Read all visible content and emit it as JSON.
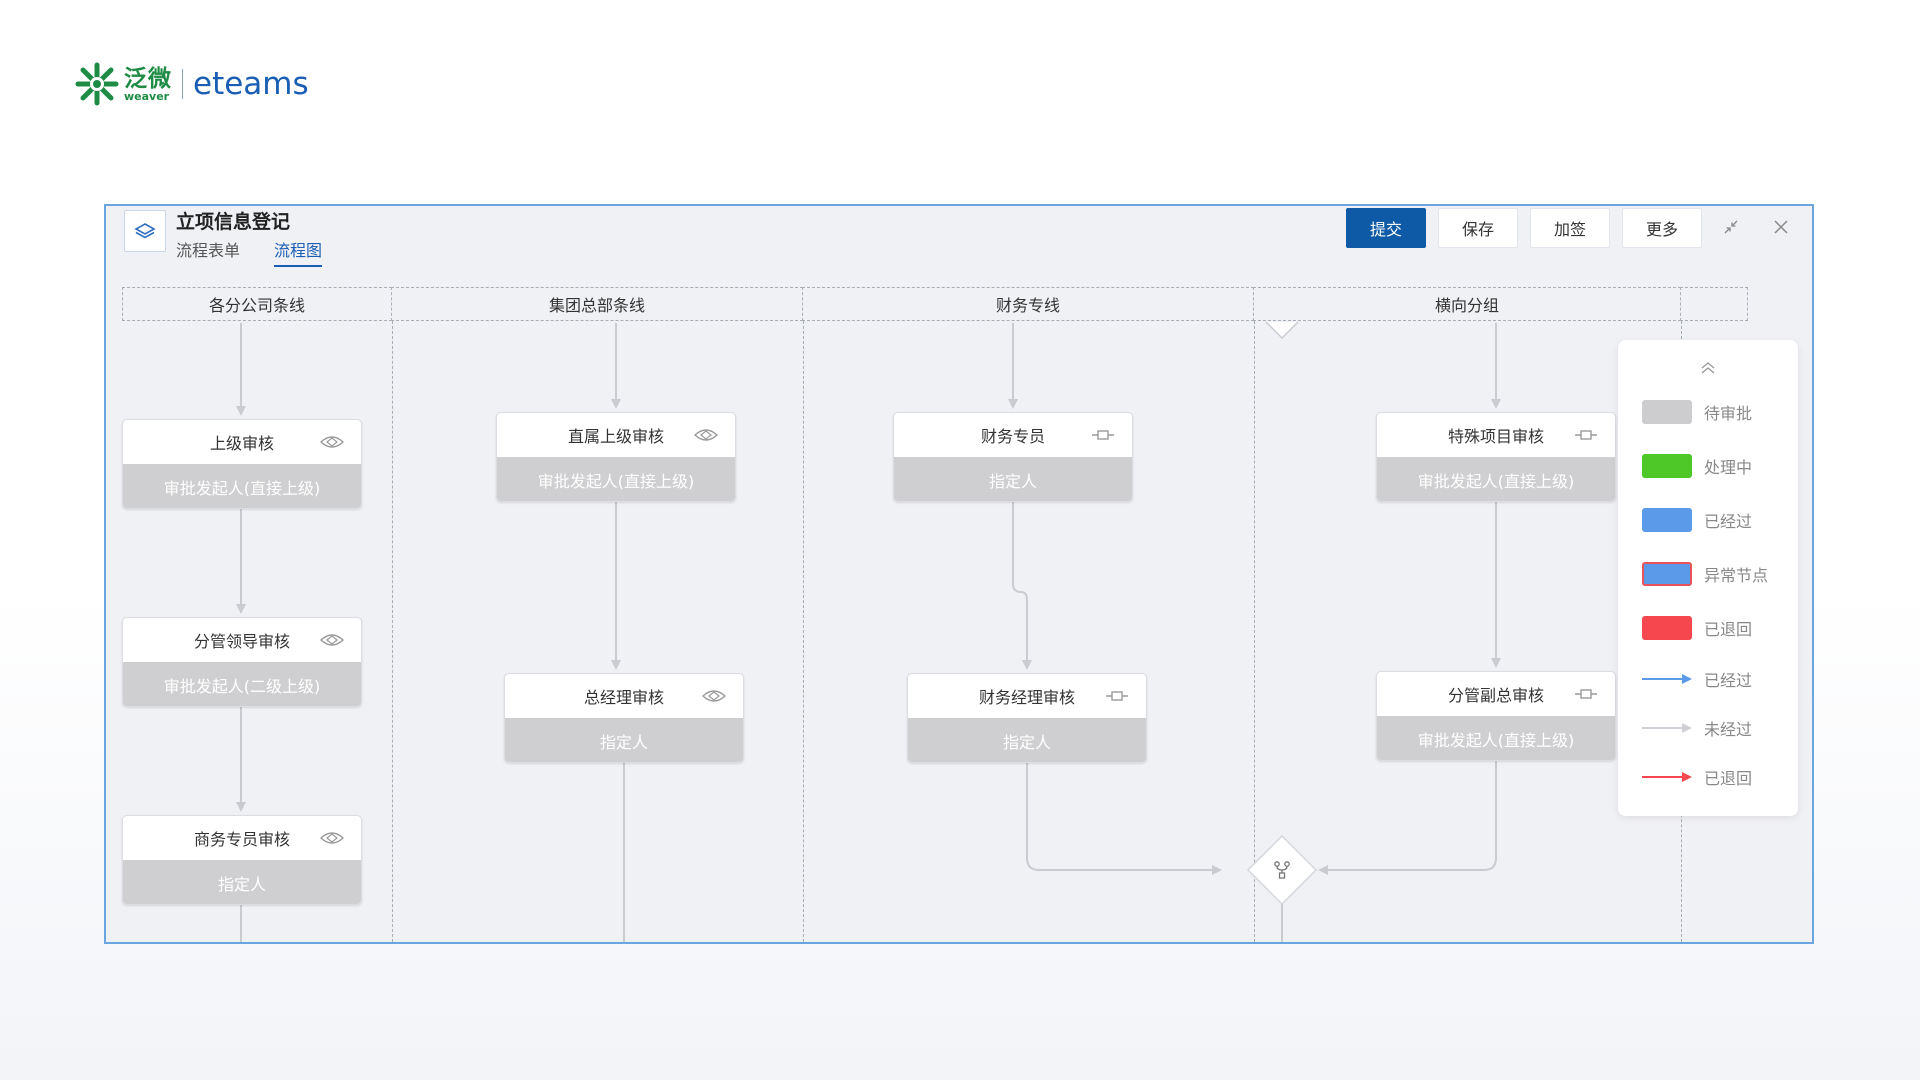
{
  "brand": {
    "cn_name": "泛微",
    "cn_sub": "weaver",
    "en_name": "eteams",
    "colors": {
      "green": "#1e8c45",
      "blue": "#1a5fb4"
    }
  },
  "window": {
    "title": "立项信息登记",
    "tabs": [
      {
        "label": "流程表单",
        "active": false
      },
      {
        "label": "流程图",
        "active": true
      }
    ],
    "actions": {
      "submit": "提交",
      "save": "保存",
      "countersign": "加签",
      "more": "更多"
    },
    "icons": {
      "app": "layers-icon",
      "minimize": "shrink-icon",
      "close": "close-icon"
    }
  },
  "lanes": [
    {
      "label": "各分公司条线"
    },
    {
      "label": "集团总部条线"
    },
    {
      "label": "财务专线"
    },
    {
      "label": "横向分组"
    }
  ],
  "nodes": {
    "n1": {
      "title": "上级审核",
      "sub": "审批发起人(直接上级)",
      "icon": "eye-icon"
    },
    "n2": {
      "title": "分管领导审核",
      "sub": "审批发起人(二级上级)",
      "icon": "eye-icon"
    },
    "n3": {
      "title": "商务专员审核",
      "sub": "指定人",
      "icon": "eye-icon"
    },
    "n4": {
      "title": "直属上级审核",
      "sub": "审批发起人(直接上级)",
      "icon": "eye-icon"
    },
    "n5": {
      "title": "总经理审核",
      "sub": "指定人",
      "icon": "eye-icon"
    },
    "n6": {
      "title": "财务专员",
      "sub": "指定人",
      "icon": "connector-icon"
    },
    "n7": {
      "title": "财务经理审核",
      "sub": "指定人",
      "icon": "connector-icon"
    },
    "n8": {
      "title": "特殊项目审核",
      "sub": "审批发起人(直接上级)",
      "icon": "connector-icon"
    },
    "n9": {
      "title": "分管副总审核",
      "sub": "审批发起人(直接上级)",
      "icon": "connector-icon"
    }
  },
  "gateway": {
    "icon": "branch-icon"
  },
  "legend": {
    "collapse_icon": "chevron-up-icon",
    "items": [
      {
        "label": "待审批",
        "type": "swatch",
        "color": "#cdcdcf"
      },
      {
        "label": "处理中",
        "type": "swatch",
        "color": "#4ec729"
      },
      {
        "label": "已经过",
        "type": "swatch",
        "color": "#5b9ae8"
      },
      {
        "label": "异常节点",
        "type": "swatch",
        "color": "#5b9ae8",
        "border": "#e8535a"
      },
      {
        "label": "已退回",
        "type": "swatch",
        "color": "#f5474d"
      },
      {
        "label": "已经过",
        "type": "arrow",
        "color": "#5b9ae8"
      },
      {
        "label": "未经过",
        "type": "arrow",
        "color": "#cfd1d6"
      },
      {
        "label": "已退回",
        "type": "arrow",
        "color": "#f5474d"
      }
    ]
  }
}
